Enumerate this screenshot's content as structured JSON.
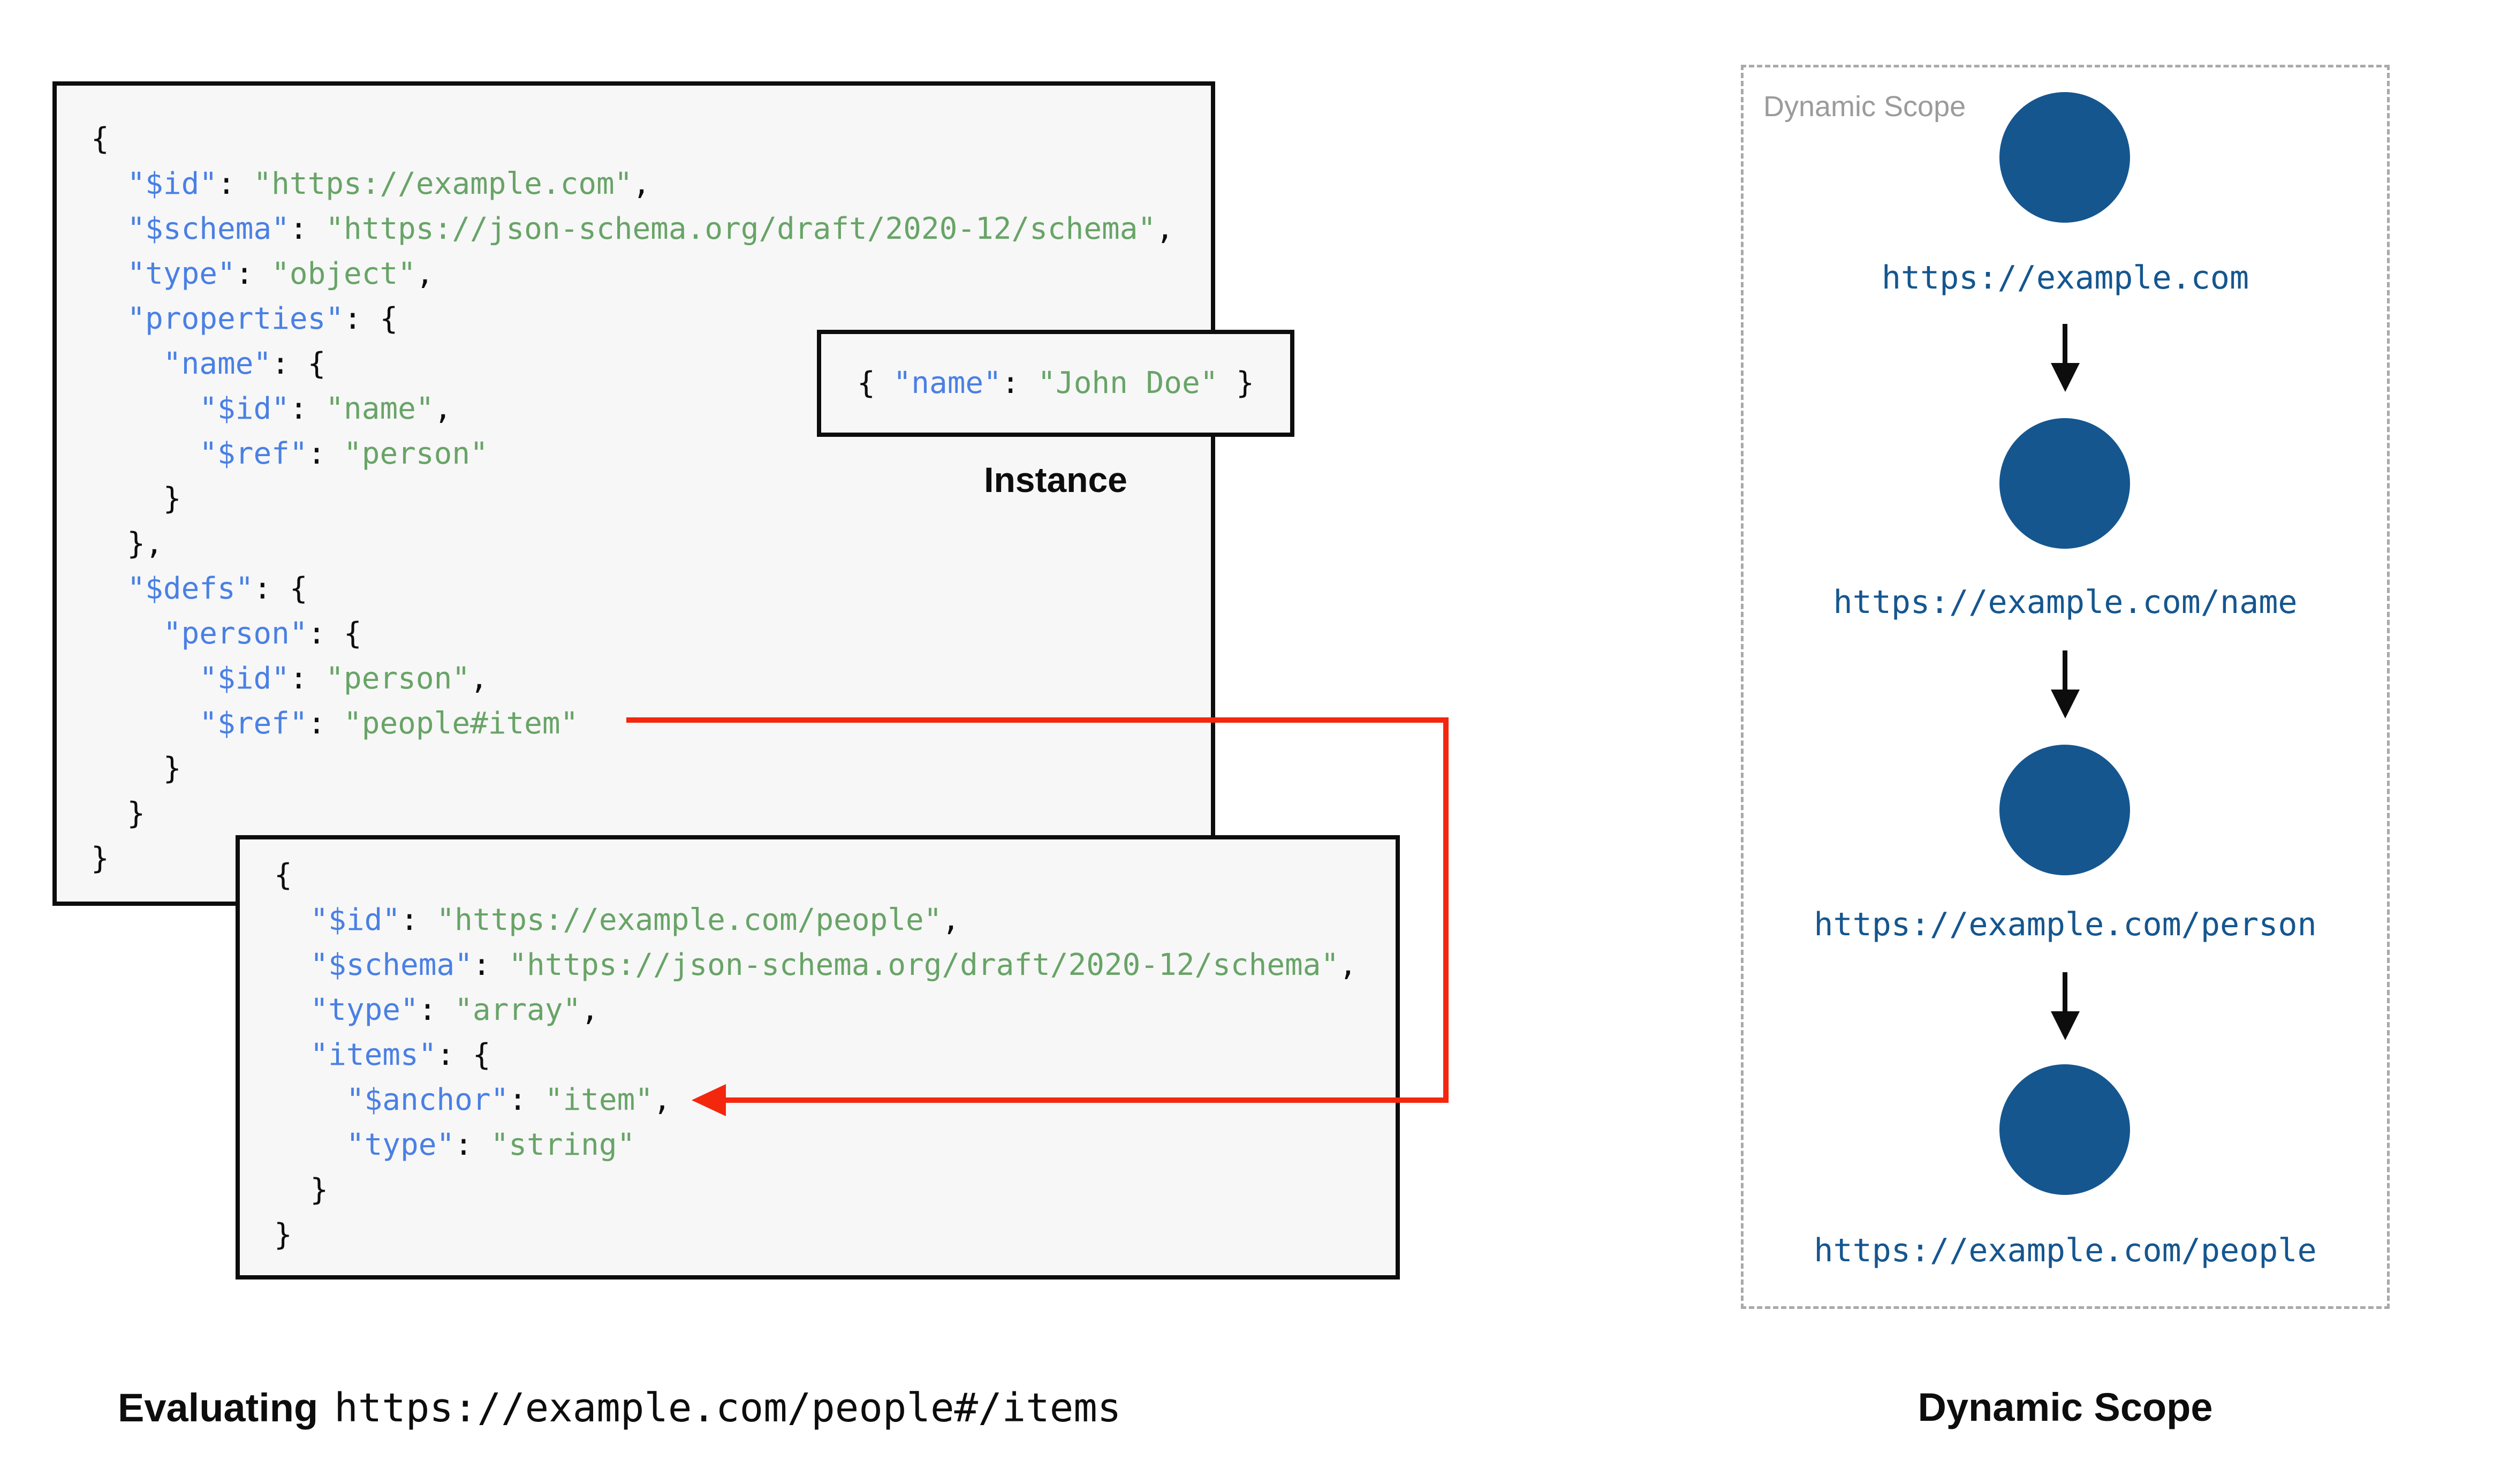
{
  "colors": {
    "key-blue": "#4a80e4",
    "str-green": "#68a467",
    "scope-blue": "#15568f",
    "red": "#f3270e",
    "box-bg": "#f7f7f7",
    "dash-gray": "#a9a9a9",
    "muted-gray": "#9b9b9b"
  },
  "code": {
    "schema1": {
      "lines": [
        [
          [
            "p",
            "{"
          ]
        ],
        [
          [
            "p",
            "  "
          ],
          [
            "k",
            "\"$id\""
          ],
          [
            "p",
            ": "
          ],
          [
            "s",
            "\"https://example.com\""
          ],
          [
            "p",
            ","
          ]
        ],
        [
          [
            "p",
            "  "
          ],
          [
            "k",
            "\"$schema\""
          ],
          [
            "p",
            ": "
          ],
          [
            "s",
            "\"https://json-schema.org/draft/2020-12/schema\""
          ],
          [
            "p",
            ","
          ]
        ],
        [
          [
            "p",
            "  "
          ],
          [
            "k",
            "\"type\""
          ],
          [
            "p",
            ": "
          ],
          [
            "s",
            "\"object\""
          ],
          [
            "p",
            ","
          ]
        ],
        [
          [
            "p",
            "  "
          ],
          [
            "k",
            "\"properties\""
          ],
          [
            "p",
            ": {"
          ]
        ],
        [
          [
            "p",
            "    "
          ],
          [
            "k",
            "\"name\""
          ],
          [
            "p",
            ": {"
          ]
        ],
        [
          [
            "p",
            "      "
          ],
          [
            "k",
            "\"$id\""
          ],
          [
            "p",
            ": "
          ],
          [
            "s",
            "\"name\""
          ],
          [
            "p",
            ","
          ]
        ],
        [
          [
            "p",
            "      "
          ],
          [
            "k",
            "\"$ref\""
          ],
          [
            "p",
            ": "
          ],
          [
            "s",
            "\"person\""
          ]
        ],
        [
          [
            "p",
            "    }"
          ]
        ],
        [
          [
            "p",
            "  },"
          ]
        ],
        [
          [
            "p",
            "  "
          ],
          [
            "k",
            "\"$defs\""
          ],
          [
            "p",
            ": {"
          ]
        ],
        [
          [
            "p",
            "    "
          ],
          [
            "k",
            "\"person\""
          ],
          [
            "p",
            ": {"
          ]
        ],
        [
          [
            "p",
            "      "
          ],
          [
            "k",
            "\"$id\""
          ],
          [
            "p",
            ": "
          ],
          [
            "s",
            "\"person\""
          ],
          [
            "p",
            ","
          ]
        ],
        [
          [
            "p",
            "      "
          ],
          [
            "k",
            "\"$ref\""
          ],
          [
            "p",
            ": "
          ],
          [
            "s",
            "\"people#item\""
          ]
        ],
        [
          [
            "p",
            "    }"
          ]
        ],
        [
          [
            "p",
            "  }"
          ]
        ],
        [
          [
            "p",
            "}"
          ]
        ]
      ]
    },
    "schema2": {
      "lines": [
        [
          [
            "p",
            "{"
          ]
        ],
        [
          [
            "p",
            "  "
          ],
          [
            "k",
            "\"$id\""
          ],
          [
            "p",
            ": "
          ],
          [
            "s",
            "\"https://example.com/people\""
          ],
          [
            "p",
            ","
          ]
        ],
        [
          [
            "p",
            "  "
          ],
          [
            "k",
            "\"$schema\""
          ],
          [
            "p",
            ": "
          ],
          [
            "s",
            "\"https://json-schema.org/draft/2020-12/schema\""
          ],
          [
            "p",
            ","
          ]
        ],
        [
          [
            "p",
            "  "
          ],
          [
            "k",
            "\"type\""
          ],
          [
            "p",
            ": "
          ],
          [
            "s",
            "\"array\""
          ],
          [
            "p",
            ","
          ]
        ],
        [
          [
            "p",
            "  "
          ],
          [
            "k",
            "\"items\""
          ],
          [
            "p",
            ": {"
          ]
        ],
        [
          [
            "p",
            "    "
          ],
          [
            "k",
            "\"$anchor\""
          ],
          [
            "p",
            ": "
          ],
          [
            "s",
            "\"item\""
          ],
          [
            "p",
            ","
          ]
        ],
        [
          [
            "p",
            "    "
          ],
          [
            "k",
            "\"type\""
          ],
          [
            "p",
            ": "
          ],
          [
            "s",
            "\"string\""
          ]
        ],
        [
          [
            "p",
            "  }"
          ]
        ],
        [
          [
            "p",
            "}"
          ]
        ]
      ]
    },
    "instance": {
      "lines": [
        [
          [
            "p",
            "{ "
          ],
          [
            "k",
            "\"name\""
          ],
          [
            "p",
            ": "
          ],
          [
            "s",
            "\"John Doe\""
          ],
          [
            "p",
            " }"
          ]
        ]
      ]
    }
  },
  "labels": {
    "instance": "Instance",
    "scope_box": "Dynamic Scope",
    "scope_caption": "Dynamic Scope",
    "eval_prefix": "Evaluating",
    "eval_uri": "https://example.com/people#/items"
  },
  "scope": {
    "nodes": [
      {
        "url": "https://example.com"
      },
      {
        "url": "https://example.com/name"
      },
      {
        "url": "https://example.com/person"
      },
      {
        "url": "https://example.com/people"
      }
    ]
  }
}
